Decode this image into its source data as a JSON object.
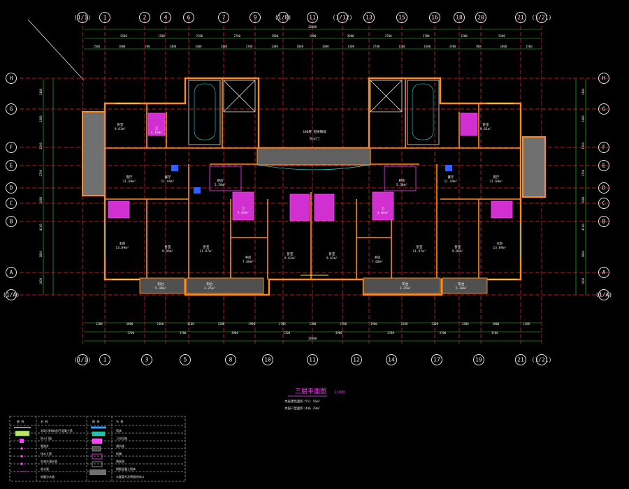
{
  "top_axes": [
    "(1/1)",
    "1",
    "2",
    "4",
    "6",
    "7",
    "9",
    "(1/8)",
    "11",
    "(1/12)",
    "13",
    "15",
    "16",
    "18",
    "20",
    "21",
    "(1/21)"
  ],
  "bottom_axes": [
    "(1/1)",
    "1",
    "3",
    "5",
    "8",
    "10",
    "11",
    "12",
    "14",
    "17",
    "19",
    "21",
    "(1/21)"
  ],
  "row_axes": [
    "H",
    "G",
    "F",
    "E",
    "D",
    "C",
    "B",
    "A",
    "(1/A)"
  ],
  "dims_top_total": "28600",
  "dims_top_row1": [
    "5500",
    "1500",
    "3700",
    "2700",
    "3900",
    "1900",
    "3900",
    "2700",
    "3700",
    "1500",
    "5500"
  ],
  "dims_top_row2": [
    "1500",
    "1800",
    "700",
    "2400",
    "1600",
    "1100",
    "2700",
    "1300",
    "1800",
    "1800",
    "1300",
    "2700",
    "1100",
    "1600",
    "2400",
    "700",
    "1800",
    "1500"
  ],
  "dims_bottom_row1": [
    "1500",
    "4000",
    "2400",
    "3100",
    "1500",
    "3900",
    "2700",
    "1300",
    "2700",
    "3900",
    "1500",
    "3100",
    "2400",
    "4000",
    "1500"
  ],
  "dims_bottom_row2": [
    "3700",
    "3700",
    "3900",
    "2700",
    "3900",
    "2700",
    "3700",
    "3700"
  ],
  "dims_bottom_total": "28600",
  "dims_left": [
    "1400",
    "2800",
    "1200",
    "2700",
    "1800",
    "4100",
    "1800",
    "1600"
  ],
  "dims_right": [
    "1400",
    "2800",
    "1200",
    "2700",
    "1800",
    "4100",
    "1800",
    "1600"
  ],
  "rooms": [
    {
      "name": "卧室",
      "area": "9.61m²"
    },
    {
      "name": "卫",
      "area": "4.10m²"
    },
    {
      "name": "卧室",
      "area": "9.61m²"
    },
    {
      "name": "客厅",
      "area": "21.68m²"
    },
    {
      "name": "餐厅",
      "area": "11.44m²"
    },
    {
      "name": "厨房",
      "area": "5.58m²"
    },
    {
      "name": "卫",
      "area": "4.94m²"
    },
    {
      "name": "卫",
      "area": "4.94m²"
    },
    {
      "name": "厨房",
      "area": "5.58m²"
    },
    {
      "name": "餐厅",
      "area": "11.44m²"
    },
    {
      "name": "客厅",
      "area": "21.68m²"
    },
    {
      "name": "主卧",
      "area": "13.89m²"
    },
    {
      "name": "卧室",
      "area": "9.89m²"
    },
    {
      "name": "卧室",
      "area": "11.97m²"
    },
    {
      "name": "书房",
      "area": "7.68m²"
    },
    {
      "name": "卧室",
      "area": "9.62m²"
    },
    {
      "name": "卧室",
      "area": "9.62m²"
    },
    {
      "name": "书房",
      "area": "7.68m²"
    },
    {
      "name": "卧室",
      "area": "11.97m²"
    },
    {
      "name": "卧室",
      "area": "9.89m²"
    },
    {
      "name": "主卧",
      "area": "13.89m²"
    },
    {
      "name": "阳台",
      "area": "5.38m²"
    },
    {
      "name": "阳台",
      "area": "3.25m²"
    },
    {
      "name": "阳台",
      "area": "3.25m²"
    },
    {
      "name": "阳台",
      "area": "5.38m²"
    }
  ],
  "corridor_note": "100厚 轻质隔墙",
  "corridor_note2": "防火门",
  "title": "三层平面图",
  "scale": "1:100",
  "notes": [
    "本层建筑面积:551.16m²",
    "本层户型面积:446.29m²"
  ],
  "legend": {
    "header": [
      "图 例",
      "名 称",
      "图 例",
      "名 称"
    ],
    "rows": [
      [
        "",
        "100/200mm加气混凝土墙",
        "",
        "墙体"
      ],
      [
        "",
        "防火门窗",
        "",
        "卫浴设施"
      ],
      [
        "",
        "管道井",
        "",
        "通风道"
      ],
      [
        "",
        "排水立管",
        "",
        "地漏"
      ],
      [
        "",
        "空调冷凝水管",
        "",
        "预留洞"
      ],
      [
        "",
        "雨水管",
        "",
        "钢筋混凝土墙体"
      ],
      [
        "",
        "地暖分水器",
        "",
        "水暖管井及预留检修口"
      ]
    ]
  },
  "colors": {
    "background": "#000000",
    "axis_line": "#ff2020",
    "wall": "#ff8c1a",
    "dim": "#30d030",
    "magenta": "#ff40ff",
    "hatch_gray": "#909090",
    "cyan": "#20e0e0",
    "yellow": "#f0f020",
    "blue": "#3060ff"
  }
}
